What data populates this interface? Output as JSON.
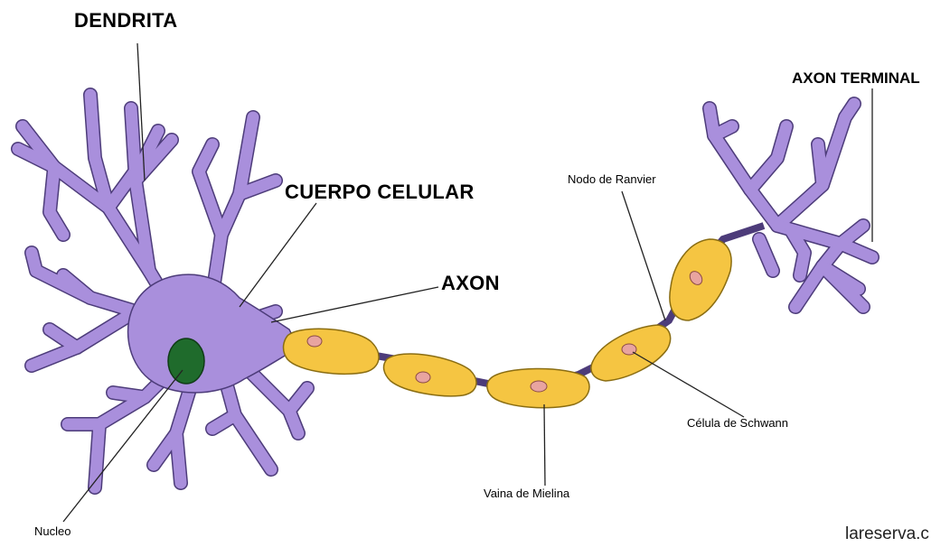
{
  "labels": {
    "dendrita": "DENDRITA",
    "cuerpo_celular": "CUERPO CELULAR",
    "axon": "AXON",
    "axon_terminal": "AXON TERMINAL",
    "nodo_ranvier": "Nodo de Ranvier",
    "celula_schwann": "Célula de Schwann",
    "vaina_mielina": "Vaina de Mielina",
    "nucleo": "Nucleo"
  },
  "watermark": "lareserva.c",
  "colors": {
    "neuron_body": "#a98fdc",
    "neuron_outline": "#4d3c7a",
    "myelin_fill": "#f5c542",
    "myelin_outline": "#8a6d12",
    "schwann_nucleus": "#e8a4a0",
    "nucleus": "#1f6b2c",
    "leader_line": "#222222"
  }
}
